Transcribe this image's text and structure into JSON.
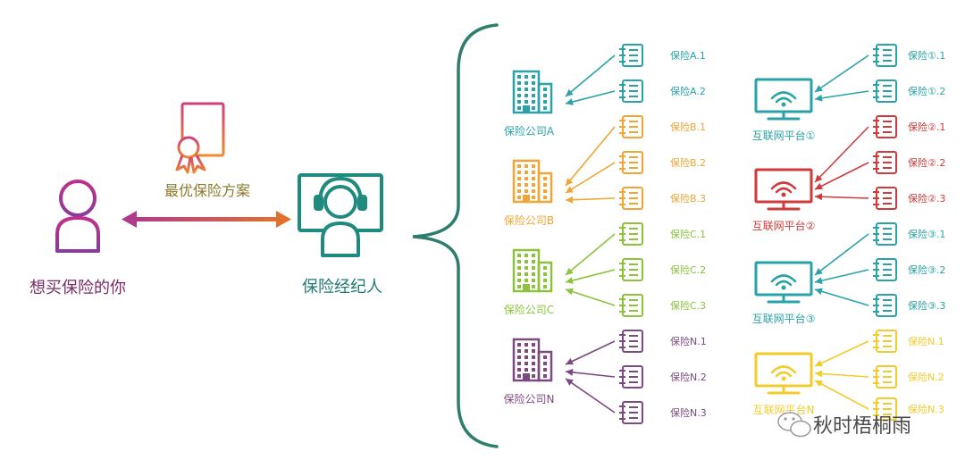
{
  "left": {
    "person_label": "想买保险的你",
    "plan_label": "最优保险方案",
    "broker_label": "保险经纪人"
  },
  "colors": {
    "teal": "#29a3a8",
    "orange": "#f0a534",
    "green": "#8cc23c",
    "purple": "#7c4a80",
    "magenta": "#b8306e",
    "red": "#cf3a3a",
    "yellow": "#f2cc2e",
    "brace": "#2e7d6e",
    "arrow_start": "#b23a8a",
    "arrow_end": "#e0722e"
  },
  "companies": [
    {
      "label": "保险公司A",
      "color": "#29a3a8",
      "products": [
        "保险A.1",
        "保险A.2"
      ]
    },
    {
      "label": "保险公司B",
      "color": "#f0a534",
      "products": [
        "保险B.1",
        "保险B.2",
        "保险B.3"
      ]
    },
    {
      "label": "保险公司C",
      "color": "#8cc23c",
      "products": [
        "保险C.1",
        "保险C.2",
        "保险C.3"
      ]
    },
    {
      "label": "保险公司N",
      "color": "#7c4a80",
      "products": [
        "保险N.1",
        "保险N.2",
        "保险N.3"
      ]
    }
  ],
  "platforms": [
    {
      "label": "互联网平台①",
      "color": "#29a3a8",
      "products": [
        "保险①.1",
        "保险①.2"
      ]
    },
    {
      "label": "互联网平台②",
      "color": "#cf3a3a",
      "products": [
        "保险②.1",
        "保险②.2",
        "保险②.3"
      ]
    },
    {
      "label": "互联网平台③",
      "color": "#29a3a8",
      "products": [
        "保险③.1",
        "保险③.2",
        "保险③.3"
      ]
    },
    {
      "label": "互联网平台N",
      "color": "#f2cc2e",
      "products": [
        "保险N.1",
        "保险N.2",
        "保险N.3"
      ]
    }
  ],
  "watermark": {
    "text": "秋时梧桐雨",
    "icon": "wechat-icon"
  }
}
